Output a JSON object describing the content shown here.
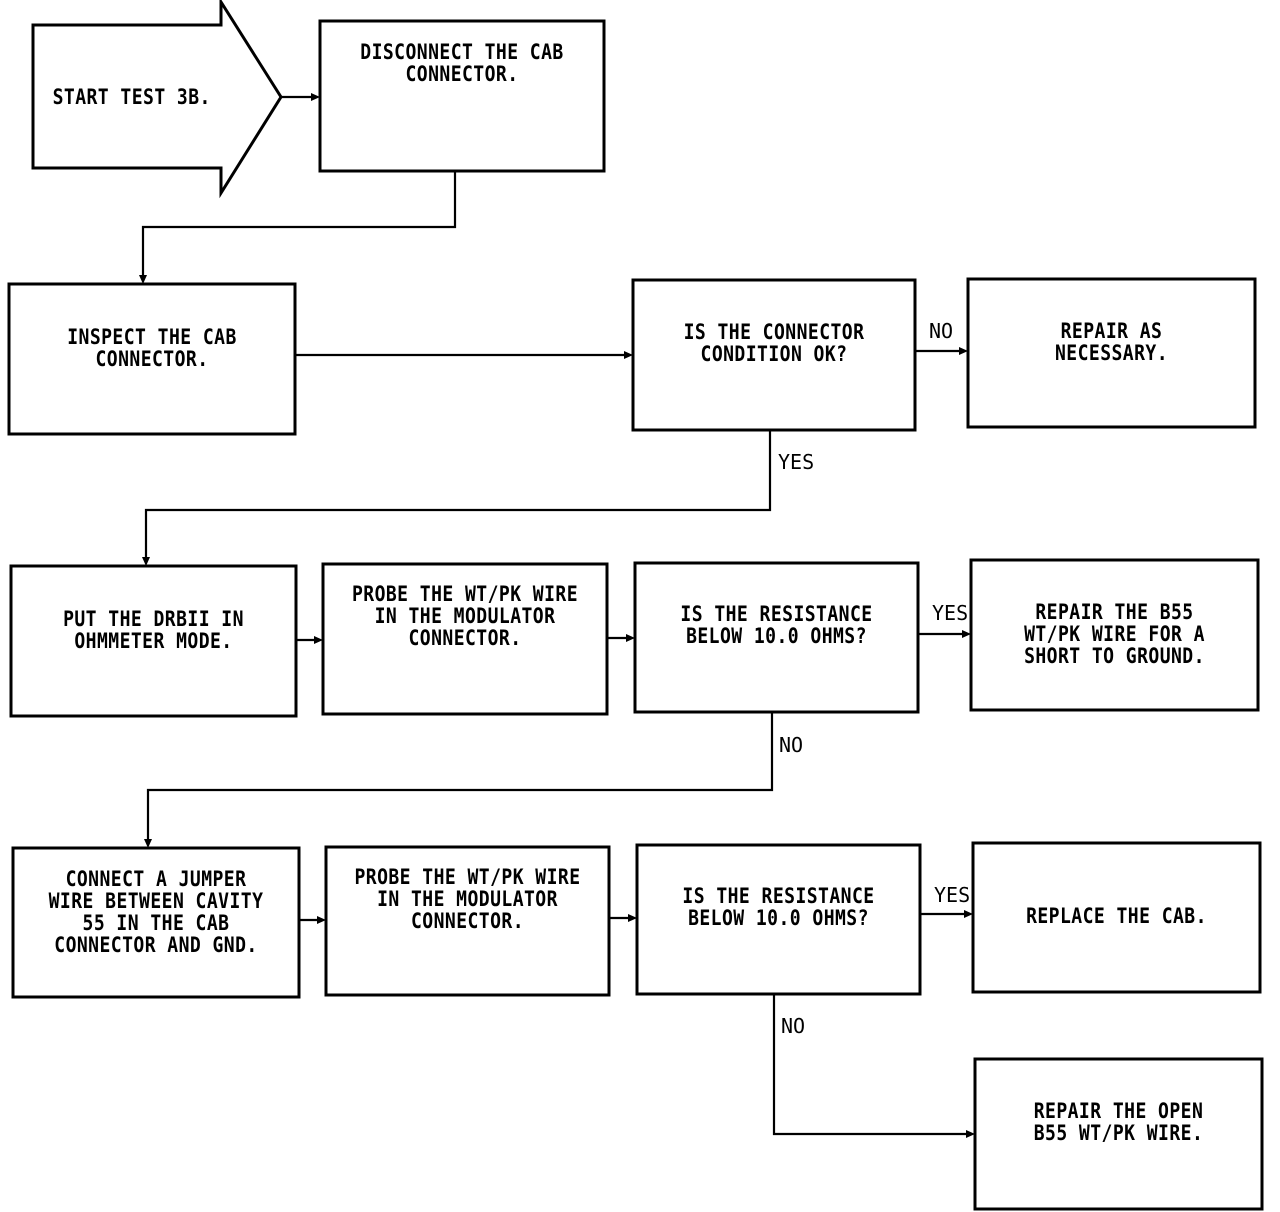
{
  "nodes": {
    "start": "START TEST 3B.",
    "disconnect": "DISCONNECT THE CAB\nCONNECTOR.",
    "inspect": "INSPECT THE CAB\nCONNECTOR.",
    "q_condition": "IS THE CONNECTOR\nCONDITION OK?",
    "repair_necessary": "REPAIR AS\nNECESSARY.",
    "put_drbii": "PUT THE DRBII IN\nOHMMETER MODE.",
    "probe_1": "PROBE THE WT/PK WIRE\nIN THE MODULATOR\nCONNECTOR.",
    "q_resistance_1": "IS THE RESISTANCE\nBELOW 10.0 OHMS?",
    "repair_short": "REPAIR THE B55\nWT/PK WIRE FOR A\nSHORT TO GROUND.",
    "connect_jumper": "CONNECT A JUMPER\nWIRE BETWEEN CAVITY\n55 IN THE CAB\nCONNECTOR AND GND.",
    "probe_2": "PROBE THE WT/PK WIRE\nIN THE MODULATOR\nCONNECTOR.",
    "q_resistance_2": "IS THE RESISTANCE\nBELOW 10.0 OHMS?",
    "replace_cab": "REPLACE THE CAB.",
    "repair_open": "REPAIR THE OPEN\nB55 WT/PK WIRE."
  },
  "labels": {
    "no_condition": "NO",
    "yes_condition": "YES",
    "yes_resistance_1": "YES",
    "no_resistance_1": "NO",
    "yes_resistance_2": "YES",
    "no_resistance_2": "NO"
  }
}
